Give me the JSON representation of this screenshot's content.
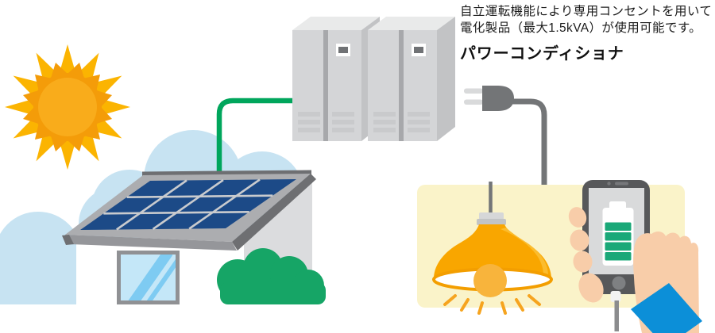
{
  "annotation": {
    "caption_line1": "自立運転機能により専用コンセントを用いて",
    "caption_line2": "電化製品（最大1.5kVA）が使用可能です。",
    "max_output_value": "1.5kVA",
    "heading": "パワーコンディショナ"
  },
  "illustration": {
    "left_scene": {
      "elements": [
        "sun",
        "clouds",
        "house-with-solar-panel",
        "window",
        "bush",
        "green-power-line"
      ],
      "solar_panel_grid_columns": 4,
      "solar_panel_grid_rows": 3,
      "cloud_count": 2
    },
    "power_conditioner": {
      "units": 2,
      "features": [
        "display-window",
        "ventilation-slats"
      ]
    },
    "right_scene": {
      "elements": [
        "power-plug",
        "outlet-panel",
        "pendant-lamp",
        "light-bulb",
        "light-rays",
        "hand-holding-smartphone",
        "charging-cable"
      ],
      "phone_battery_bars": 4
    },
    "colors": {
      "sun_orange": "#FBB401",
      "sun_deep_orange": "#F49C09",
      "cloud_blue": "#C7E3F2",
      "solar_cell_blue": "#1C4A87",
      "power_line_green": "#00A65C",
      "bush_green": "#16A566",
      "cabinet_gray": "#D4D5D7",
      "outlet_panel_yellow": "#FAF3C9",
      "lamp_orange": "#F9A600",
      "battery_green": "#1AA878",
      "cuff_blue": "#0C8FD8",
      "skin_tone": "#F8CDA9",
      "cord_gray": "#737577"
    }
  }
}
